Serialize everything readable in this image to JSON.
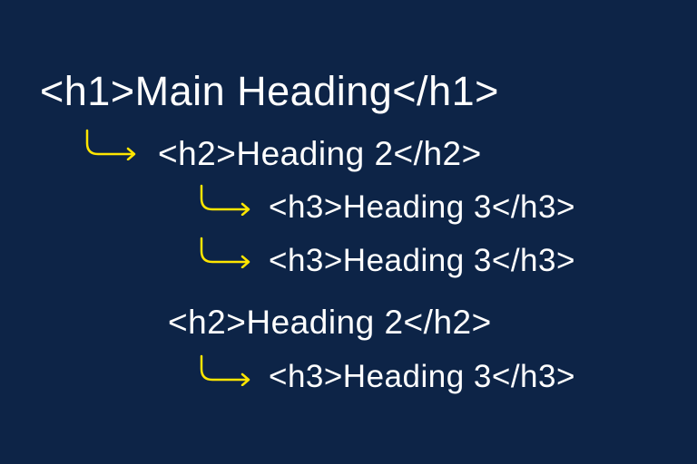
{
  "diagram": {
    "lines": [
      {
        "level": 1,
        "text": "<h1>Main Heading</h1>"
      },
      {
        "level": 2,
        "text": "<h2>Heading 2</h2>"
      },
      {
        "level": 3,
        "text": "<h3>Heading 3</h3>"
      },
      {
        "level": 3,
        "text": "<h3>Heading 3</h3>"
      },
      {
        "level": 2,
        "text": "<h2>Heading 2</h2>"
      },
      {
        "level": 3,
        "text": "<h3>Heading 3</h3>"
      }
    ],
    "colors": {
      "background": "#0d2447",
      "text": "#ffffff",
      "arrow": "#ffe600"
    },
    "icons": {
      "connector": "curved-right-arrow-icon"
    }
  }
}
